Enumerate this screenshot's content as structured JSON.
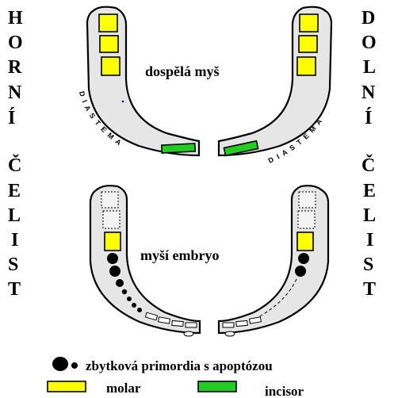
{
  "left_title": [
    "H",
    "O",
    "R",
    "N",
    "Í",
    "",
    "Č",
    "E",
    "L",
    "I",
    "S",
    "T"
  ],
  "right_title": [
    "D",
    "O",
    "L",
    "N",
    "Í",
    "",
    "Č",
    "E",
    "L",
    "I",
    "S",
    "T"
  ],
  "label_adult": "dospělá myš",
  "label_embryo": "myší embryo",
  "diastema_left": "D I A S T E M A",
  "diastema_right": "D I A S T E M A",
  "legend": {
    "apoptosis": "zbytková primordia s apoptózou",
    "molar": "molar",
    "incisor": "incisor"
  },
  "colors": {
    "molar": "#ffff00",
    "incisor": "#22cc22",
    "jaw": "#e6e6e6"
  }
}
